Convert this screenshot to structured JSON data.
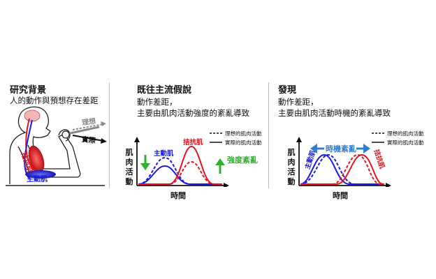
{
  "colors": {
    "agonist": "#1a1adc",
    "antagonist": "#e0141e",
    "strength_arrow": "#2fb12f",
    "timing_arrow": "#2f7fd6",
    "text": "#111111"
  },
  "panel1": {
    "title": "研究背景",
    "subtitle": "人的動作與預想存在差距",
    "ideal_label": "理想",
    "actual_label": "實際",
    "antagonist_label": "拮抗肌",
    "agonist_label": "主動肌"
  },
  "panel2": {
    "title": "既往主流假說",
    "subtitle_line1": "動作差距，",
    "subtitle_line2": "主要由肌肉活動強度的紊亂導致",
    "legend_ideal": "理想的肌肉活動",
    "legend_actual": "實際的肌肉活動",
    "y_axis_label": [
      "肌",
      "肉",
      "活",
      "動"
    ],
    "x_axis_label": "時間",
    "agonist_label": "主動肌",
    "antagonist_label": "拮抗肌",
    "disorder_label": "強度紊亂"
  },
  "panel3": {
    "title": "發現",
    "subtitle_line1": "動作差距，",
    "subtitle_line2": "主要由肌肉活動時機的紊亂導致",
    "legend_ideal": "理想的肌肉活動",
    "legend_actual": "實際的肌肉活動",
    "y_axis_label": [
      "肌",
      "肉",
      "活",
      "動"
    ],
    "x_axis_label": "時間",
    "agonist_label": "主動肌",
    "antagonist_label": "拮抗肌",
    "disorder_label": "時機紊亂"
  }
}
